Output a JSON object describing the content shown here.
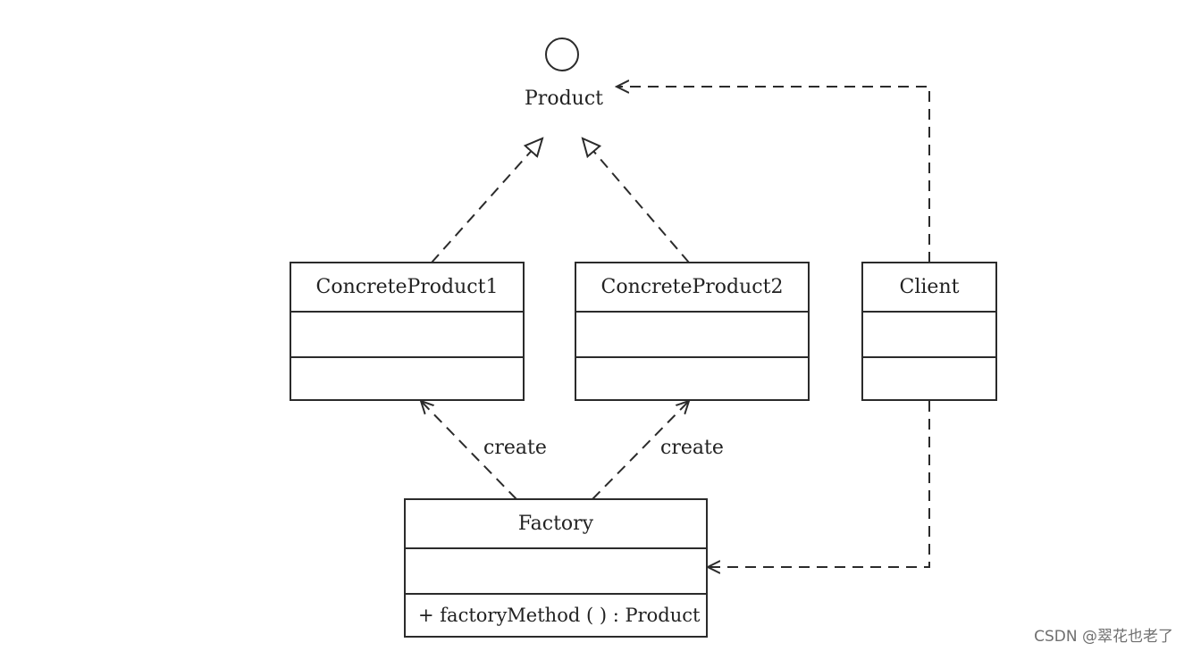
{
  "diagram": {
    "interface": {
      "name": "Product"
    },
    "classes": {
      "concrete_product_1": {
        "name": "ConcreteProduct1"
      },
      "concrete_product_2": {
        "name": "ConcreteProduct2"
      },
      "client": {
        "name": "Client"
      },
      "factory": {
        "name": "Factory",
        "method": "+ factoryMethod ( ) : Product"
      }
    },
    "relations": {
      "create_label_1": "create",
      "create_label_2": "create"
    }
  },
  "watermark": {
    "text": "CSDN @翠花也老了"
  },
  "colors": {
    "line": "#2b2b2b",
    "text": "#222222",
    "watermark": "#6f6f6f"
  }
}
